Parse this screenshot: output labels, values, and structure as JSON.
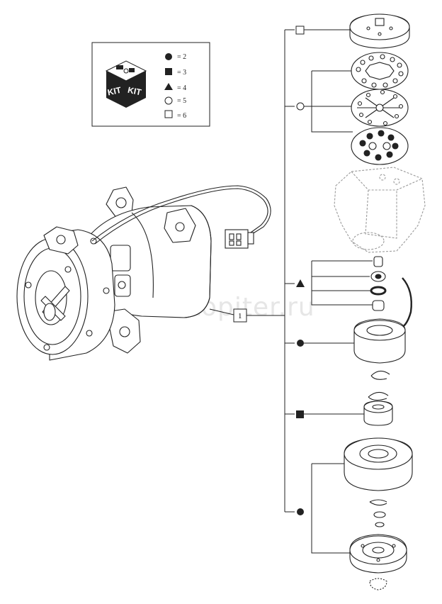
{
  "kit_badge": {
    "left": "KIT",
    "right": "KIT"
  },
  "legend": [
    {
      "symbol": "filled-circle",
      "text": "= 2"
    },
    {
      "symbol": "filled-square",
      "text": "= 3"
    },
    {
      "symbol": "filled-triangle",
      "text": "= 4"
    },
    {
      "symbol": "open-circle",
      "text": "= 5"
    },
    {
      "symbol": "open-square",
      "text": "= 6"
    }
  ],
  "callout_label": "1",
  "watermark": "autopiter.ru",
  "colors": {
    "line": "#222222",
    "ghost": "#9a9a9a",
    "watermark": "#e6e6e6"
  }
}
